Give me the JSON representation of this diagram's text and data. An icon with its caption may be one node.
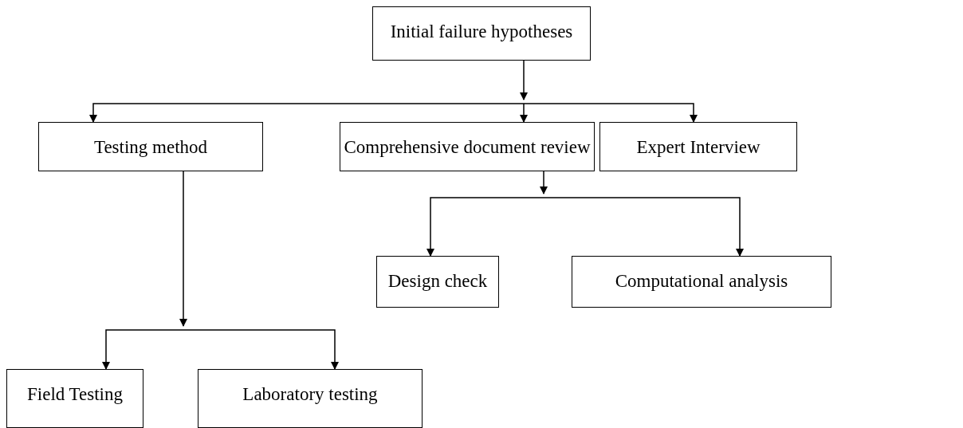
{
  "diagram": {
    "nodes": [
      {
        "text": [
          "Initial failure hypotheses"
        ]
      },
      {
        "text": [
          "Testing method"
        ]
      },
      {
        "text": [
          "Comprehensive document review"
        ]
      },
      {
        "text": [
          "Expert Interview"
        ]
      },
      {
        "text": [
          "Design check"
        ]
      },
      {
        "text": [
          "Computational analysis"
        ]
      },
      {
        "text": [
          "Field Testing"
        ]
      },
      {
        "text": [
          "Laboratory testing"
        ]
      }
    ],
    "edges": [
      {
        "from": 0,
        "to": 1,
        "arrow": "to"
      },
      {
        "from": 0,
        "to": 2,
        "arrow": "to"
      },
      {
        "from": 0,
        "to": 3,
        "arrow": "to"
      },
      {
        "from": 2,
        "to": 4,
        "arrow": "to"
      },
      {
        "from": 2,
        "to": 5,
        "arrow": "to"
      },
      {
        "from": 1,
        "to": 6,
        "arrow": "to"
      },
      {
        "from": 1,
        "to": 7,
        "arrow": "to"
      }
    ]
  }
}
